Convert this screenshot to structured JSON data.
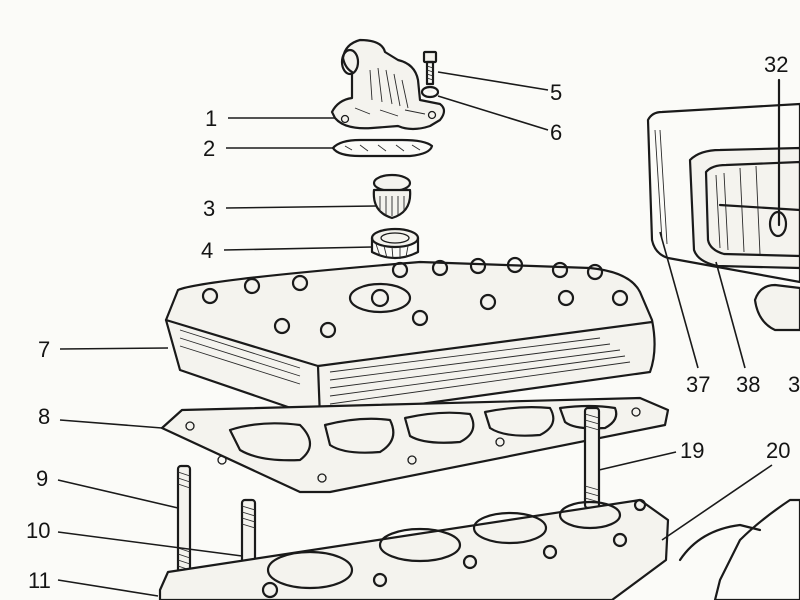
{
  "callouts": {
    "c1": "1",
    "c2": "2",
    "c3": "3",
    "c4": "4",
    "c5": "5",
    "c6": "6",
    "c7": "7",
    "c8": "8",
    "c9": "9",
    "c10": "10",
    "c11": "11",
    "c19": "19",
    "c20": "20",
    "c32": "32",
    "c37": "37",
    "c38": "38",
    "c3x": "3"
  }
}
